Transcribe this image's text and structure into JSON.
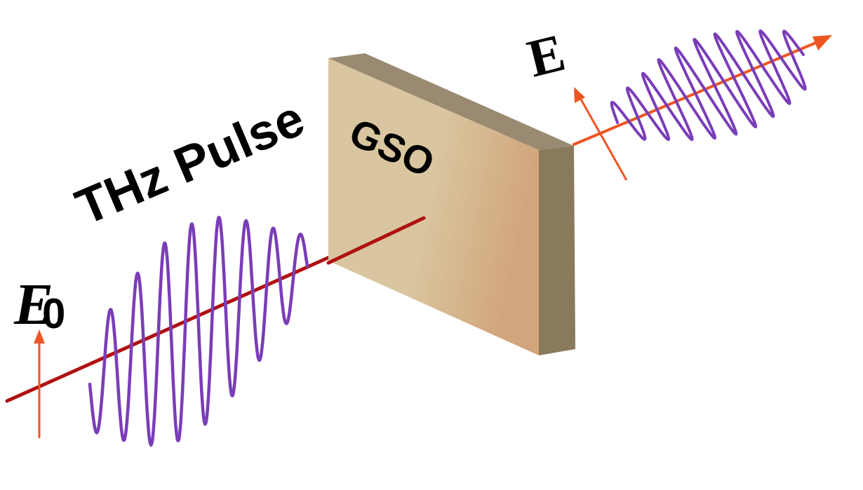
{
  "labels": {
    "pulse": "THz Pulse",
    "crystal": "GSO",
    "output_field": "E",
    "input_field_symbol": "E",
    "input_field_subscript": "0"
  },
  "colors": {
    "wave": "#7a3db8",
    "beam_incoming": "#b01010",
    "beam_outgoing": "#ee5522",
    "polarization_arrow": "#ee5522",
    "crystal_front_light": "#d9c6a0",
    "crystal_front_dark": "#d2a67c",
    "crystal_top": "#9a8a72",
    "crystal_side": "#8a7a5c"
  }
}
